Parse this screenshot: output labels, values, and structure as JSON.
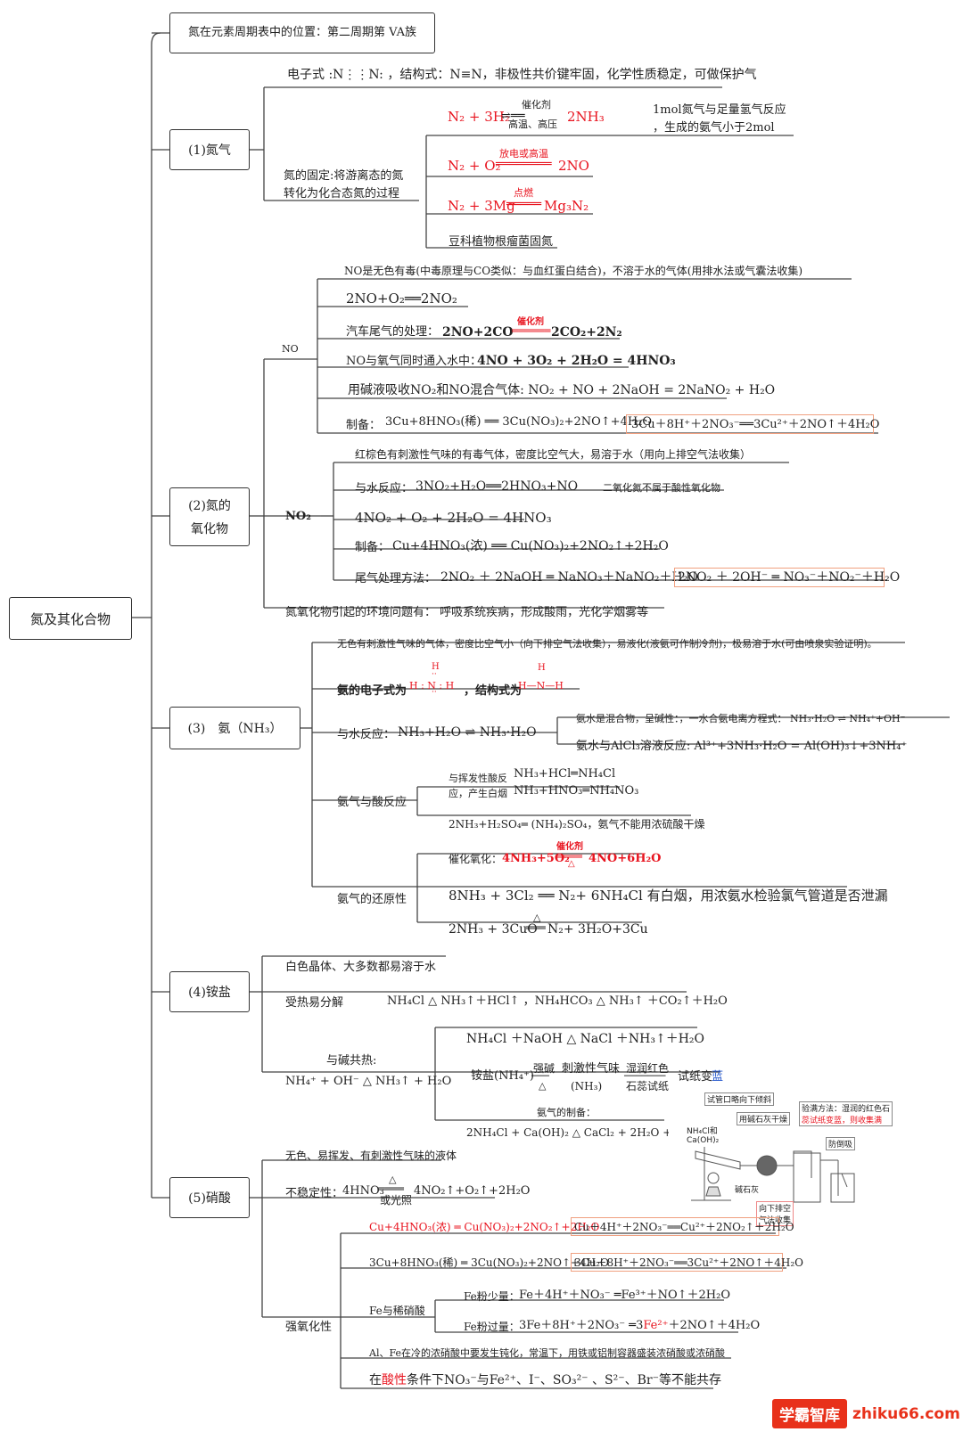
{
  "root": "氮及其化合物",
  "position": "氮在元素周期表中的位置：第二周期第 VA族",
  "n2": {
    "title": "(1)氮气",
    "electronic": "电子式 :N⋮⋮N: ，结构式：N≡N，非极性共价键牢固，化学性质稳定，可做保护气",
    "fixation": [
      "氮的固定:将游离态的氮",
      "转化为化合态氮的过程"
    ],
    "r1": {
      "lhs": "N₂ + 3H₂",
      "top": "催化剂",
      "bottom": "高温、高压",
      "rhs": "2NH₃"
    },
    "r1_note": [
      "1mol氮气与足量氢气反应",
      "，生成的氨气小于2mol"
    ],
    "r2": {
      "lhs": "N₂ + O₂",
      "top": "放电或高温",
      "rhs": "2NO"
    },
    "r3": {
      "lhs": "N₂ + 3Mg",
      "top": "点燃",
      "rhs": "Mg₃N₂"
    },
    "bean": "豆科植物根瘤菌固氮"
  },
  "oxides": {
    "title": [
      "(2)氮的",
      "氧化物"
    ],
    "no_label": "NO",
    "no_desc": "NO是无色有毒(中毒原理与CO类似：与血红蛋白结合)，不溶于水的气体(用排水法或气囊法收集)",
    "no1": "2NO+O₂══2NO₂",
    "no2_label": "汽车尾气的处理：",
    "no2": {
      "lhs": "2NO+2CO",
      "top": "催化剂",
      "rhs": "2CO₂+2N₂"
    },
    "no3_label": "NO与氧气同时通入水中：",
    "no3": "4NO + 3O₂ + 2H₂O = 4HNO₃",
    "no4": "用碱液吸收NO₂和NO混合气体: NO₂ + NO + 2NaOH = 2NaNO₂ + H₂O",
    "no5_label": "制备：",
    "no5": "3Cu+8HNO₃(稀) ══ 3Cu(NO₃)₂+2NO↑+4H₂O",
    "no5_ion": "3Cu＋8H⁺＋2NO₃⁻══3Cu²⁺＋2NO↑＋4H₂O",
    "no2_title": "NO₂",
    "no2_desc": "红棕色有刺激性气味的有毒气体，密度比空气大，易溶于水（用向上排空气法收集）",
    "n1_label": "与水反应：",
    "n1": "3NO₂+H₂O══2HNO₃+NO",
    "n1_note": "二氧化氮不属于酸性氧化物",
    "n2": "4NO₂ + O₂ + 2H₂O = 4HNO₃",
    "n3_label": "制备：",
    "n3": "Cu+4HNO₃(浓) ══ Cu(NO₃)₂+2NO₂↑+2H₂O",
    "n4_label": "尾气处理方法：",
    "n4": "2NO₂ ＋ 2NaOH ═ NaNO₃＋NaNO₂＋H₂O",
    "n4_ion": "2NO₂ ＋ 2OH⁻ ═ NO₃⁻＋NO₂⁻＋H₂O",
    "env": "氮氧化物引起的环境问题有： 呼吸系统疾病，形成酸雨，光化学烟雾等"
  },
  "nh3": {
    "title": "(3)　氨（NH₃）",
    "desc": "无色有刺激性气味的气体，密度比空气小（向下排空气法收集），易液化(液氨可作制冷剂)，极易溶于水(可由喷泉实验证明)。",
    "elec_label": "氨的电子式为",
    "elec": "H : N : H",
    "elec_dots": "··",
    "elec_h": "H",
    "struct_label": "，结构式为",
    "struct": "H—N—H",
    "struct_h": "H",
    "water_label": "与水反应：",
    "water": "NH₃+H₂O ⇌ NH₃·H₂O",
    "water_note": "氨水是混合物，呈碱性：，一水合氨电离方程式： NH₃·H₂O ⇌ NH₄⁺+OH⁻",
    "alcl3": "氨水与AlCl₃溶液反应: Al³⁺+3NH₃·H₂O = Al(OH)₃↓+3NH₄⁺",
    "acid_label": "氨气与酸反应",
    "acid_note": [
      "与挥发性酸反",
      "应，产生白烟"
    ],
    "acid1": "NH₃+HCl═NH₄Cl",
    "acid2": "NH₃+HNO₃═NH₄NO₃",
    "acid3": "2NH₃+H₂SO₄═ (NH₄)₂SO₄，氨气不能用浓硫酸干燥",
    "red_label": "氨气的还原性",
    "ox_label": "催化氧化：",
    "ox": {
      "lhs": "4NH₃+5O₂",
      "top": "催化剂",
      "bottom": "△",
      "rhs": "4NO+6H₂O"
    },
    "cl2": "8NH₃ + 3Cl₂ ══ N₂+ 6NH₄Cl 有白烟，用浓氨水检验氯气管道是否泄漏",
    "cuo": {
      "lhs": "2NH₃ + 3CuO",
      "top": "△",
      "rhs": "N₂+ 3H₂O+3Cu"
    }
  },
  "salt": {
    "title": "(4)铵盐",
    "desc": "白色晶体、大多数都易溶于水",
    "heat_label": "受热易分解",
    "heat": "NH₄Cl △ NH₃↑＋HCl↑ ，NH₄HCO₃ △ NH₃↑ ＋CO₂↑＋H₂O",
    "base_label": "与碱共热:",
    "base_ion": "NH₄⁺ + OH⁻ △ NH₃↑ + H₂O",
    "base1": "NH₄Cl ＋NaOH △ NaCl ＋NH₃↑＋H₂O",
    "detect_salt": "铵盐(NH₄⁺)",
    "detect_top1": "强碱",
    "detect_bot1": "△",
    "detect_mid": "刺激性气味",
    "detect_mid2": "(NH₃)",
    "detect_top2": "湿润红色",
    "detect_bot2": "石蕊试纸",
    "detect_end": "试纸变",
    "detect_blue": "蓝",
    "prep_label": "氨气的制备：",
    "prep": "2NH₄Cl + Ca(OH)₂ △ CaCl₂ + 2H₂O + 2NH₃↑",
    "apparatus": {
      "l1": "试管口略向下倾斜",
      "l2": "用碱石灰干燥",
      "l3": "验满方法：湿润的红色石",
      "l3b": "蕊试纸变蓝，则收集满",
      "l4": "NH₄Cl和",
      "l4b": "Ca(OH)₂",
      "l5": "碱石灰",
      "l6": "防倒吸",
      "l7": "向下排空",
      "l7b": "气法收集"
    }
  },
  "hno3": {
    "title": "(5)硝酸",
    "desc": "无色、易挥发、有刺激性气味的液体",
    "unstable_label": "不稳定性：",
    "unstable": {
      "lhs": "4HNO₃",
      "top": "△",
      "bottom": "或光照",
      "rhs": "4NO₂↑+O₂↑+2H₂O"
    },
    "ox_label": "强氧化性",
    "c1": "Cu+4HNO₃(浓) ═ Cu(NO₃)₂+2NO₂↑+2H₂O",
    "c1_ion": "Cu＋4H⁺＋2NO₃⁻══Cu²⁺＋2NO₂↑＋2H₂O",
    "c2": "3Cu+8HNO₃(稀) ═ 3Cu(NO₃)₂+2NO↑+4H₂O",
    "c2_ion": "3Cu＋8H⁺＋2NO₃⁻══3Cu²⁺＋2NO↑＋4H₂O",
    "fe_label": "Fe与稀硝酸",
    "fe1_label": "Fe粉少量：",
    "fe1": "Fe＋4H⁺＋NO₃⁻ ═Fe³⁺＋NO↑＋2H₂O",
    "fe2_label": "Fe粉过量：",
    "fe2a": "3Fe＋8H⁺＋2NO₃⁻ ═3",
    "fe2b": "Fe²⁺",
    "fe2c": "＋2NO↑＋4H₂O",
    "passiv": "Al、Fe在冷的浓硝酸中要发生钝化，常温下，用铁或铝制容器盛装浓硝酸或浓硝酸",
    "coexist1": "在",
    "coexist2": "酸性",
    "coexist3": "条件下NO₃⁻与Fe²⁺、I⁻、SO₃²⁻ 、S²⁻、Br⁻等不能共存"
  },
  "watermark": {
    "logo": "学霸智库",
    "url": "zhiku66.com"
  }
}
